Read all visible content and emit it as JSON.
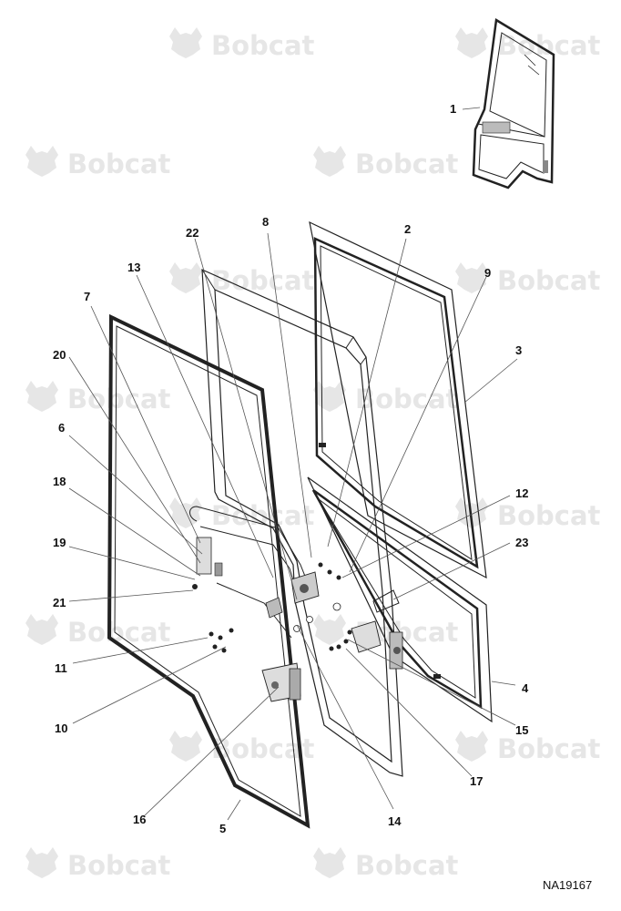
{
  "watermark": {
    "text": "Bobcat",
    "logo": "bobcat-head-logo"
  },
  "callouts": [
    {
      "id": "c1",
      "label": "1"
    },
    {
      "id": "c2",
      "label": "2"
    },
    {
      "id": "c3",
      "label": "3"
    },
    {
      "id": "c4",
      "label": "4"
    },
    {
      "id": "c5",
      "label": "5"
    },
    {
      "id": "c6",
      "label": "6"
    },
    {
      "id": "c7",
      "label": "7"
    },
    {
      "id": "c8",
      "label": "8"
    },
    {
      "id": "c9",
      "label": "9"
    },
    {
      "id": "c10",
      "label": "10"
    },
    {
      "id": "c11",
      "label": "11"
    },
    {
      "id": "c12",
      "label": "12"
    },
    {
      "id": "c13",
      "label": "13"
    },
    {
      "id": "c14",
      "label": "14"
    },
    {
      "id": "c15",
      "label": "15"
    },
    {
      "id": "c16",
      "label": "16"
    },
    {
      "id": "c17",
      "label": "17"
    },
    {
      "id": "c18",
      "label": "18"
    },
    {
      "id": "c19",
      "label": "19"
    },
    {
      "id": "c20",
      "label": "20"
    },
    {
      "id": "c21",
      "label": "21"
    },
    {
      "id": "c22",
      "label": "22"
    },
    {
      "id": "c23",
      "label": "23"
    }
  ],
  "reference": "NA19167"
}
